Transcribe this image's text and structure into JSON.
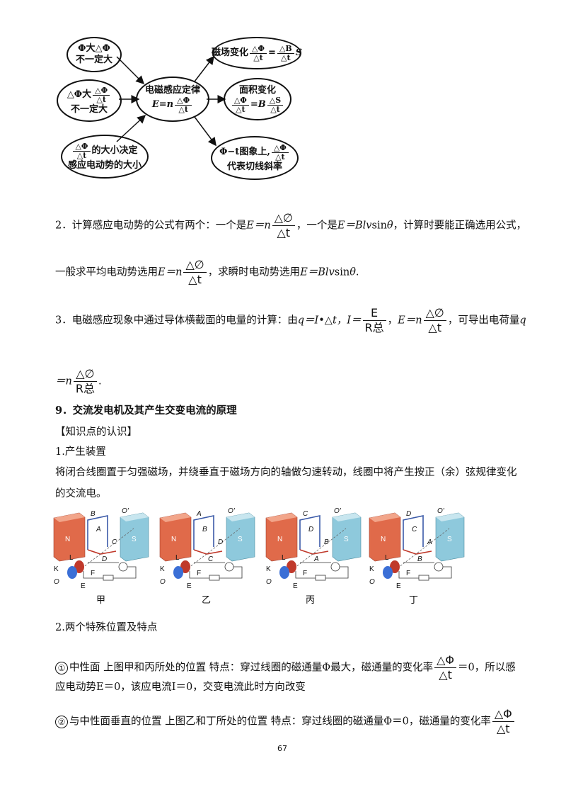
{
  "diagram": {
    "left1": {
      "line1": "Φ大△Φ",
      "line2": "不一定大"
    },
    "left2": {
      "prefix": "△Φ大",
      "num": "△Φ",
      "den": "△t",
      "line2": "不一定大"
    },
    "left3": {
      "num": "△Φ",
      "den": "△t",
      "suffix": "的大小决定",
      "line2": "感应电动势的大小"
    },
    "center": {
      "title": "电磁感应定律",
      "prefix": "E=n",
      "num": "△Φ",
      "den": "△t"
    },
    "right1": {
      "prefix": "磁场变化",
      "num1": "△Φ",
      "den1": "△t",
      "eq": "=",
      "num2": "△B",
      "den2": "△t",
      "suffix": "S"
    },
    "right2": {
      "title": "面积变化",
      "num1": "△Φ",
      "den1": "△t",
      "eq": "=B",
      "num2": "△S",
      "den2": "△t"
    },
    "right3": {
      "prefix": "Φ−t图象上,",
      "num": "△Φ",
      "den": "△t",
      "line2": "代表切线斜率"
    }
  },
  "para2": {
    "a": "2．计算感应电动势的公式有两个：一个是",
    "e1": "E＝n",
    "num1": "△∅",
    "den1": "△t",
    "b": "，一个是",
    "e2": "E＝Blv",
    "sin": "sin",
    "theta": "θ",
    "c": "，计算时要能正确选用公式，",
    "d": "一般求平均电动势选用",
    "e3": "E＝n",
    "num2": "△∅",
    "den2": "△t",
    "e": "，求瞬时电动势选用",
    "e4": "E＝Blv",
    "sin2": "sin",
    "theta2": "θ",
    "end": "."
  },
  "para3": {
    "a": "3．电磁感应现象中通过导体横截面的电量的计算：由",
    "q": "q＝I•△t，",
    "i": "I＝",
    "inum": "E",
    "iden": "R总",
    "comma": "，",
    "e": "E＝n",
    "enum": "△∅",
    "eden": "△t",
    "b": "，可导出电荷量",
    "qv": "q",
    "c": "＝n",
    "qnum": "△∅",
    "qden": "R总",
    "dot": "."
  },
  "section9": {
    "title": "9．交流发电机及其产生交变电流的原理",
    "knowledge": "【知识点的认识】",
    "sub1": "1.产生装置",
    "body1": "将闭合线圈置于匀强磁场，并绕垂直于磁场方向的轴做匀速转动，线圈中将产生按正（余）弦规律变化",
    "body2": "的交流电。"
  },
  "figures": {
    "captions": [
      "甲",
      "乙",
      "丙",
      "丁"
    ],
    "labels": {
      "n": "N",
      "s": "S",
      "o": "O",
      "o2": "O'",
      "k": "K",
      "l": "L",
      "e": "E",
      "f": "F",
      "a": "A",
      "b": "B",
      "c": "C",
      "d": "D"
    }
  },
  "section2": {
    "title": "2.两个特殊位置及特点",
    "c1": "①",
    "p1a": "中性面  上图甲和丙所处的位置  特点：穿过线圈的磁通量Φ最大，磁通量的变化率",
    "p1num": "△Φ",
    "p1den": "△t",
    "p1b": "＝0，所以感",
    "p1c": "应电动势E＝0，该应电流I＝0，交变电流此时方向改变",
    "c2": "②",
    "p2a": "与中性面垂直的位置  上图乙和丁所处的位置  特点：穿过线圈的磁通量Φ＝0，磁通量的变化率",
    "p2num": "△Φ",
    "p2den": "△t"
  },
  "page_number": "67"
}
